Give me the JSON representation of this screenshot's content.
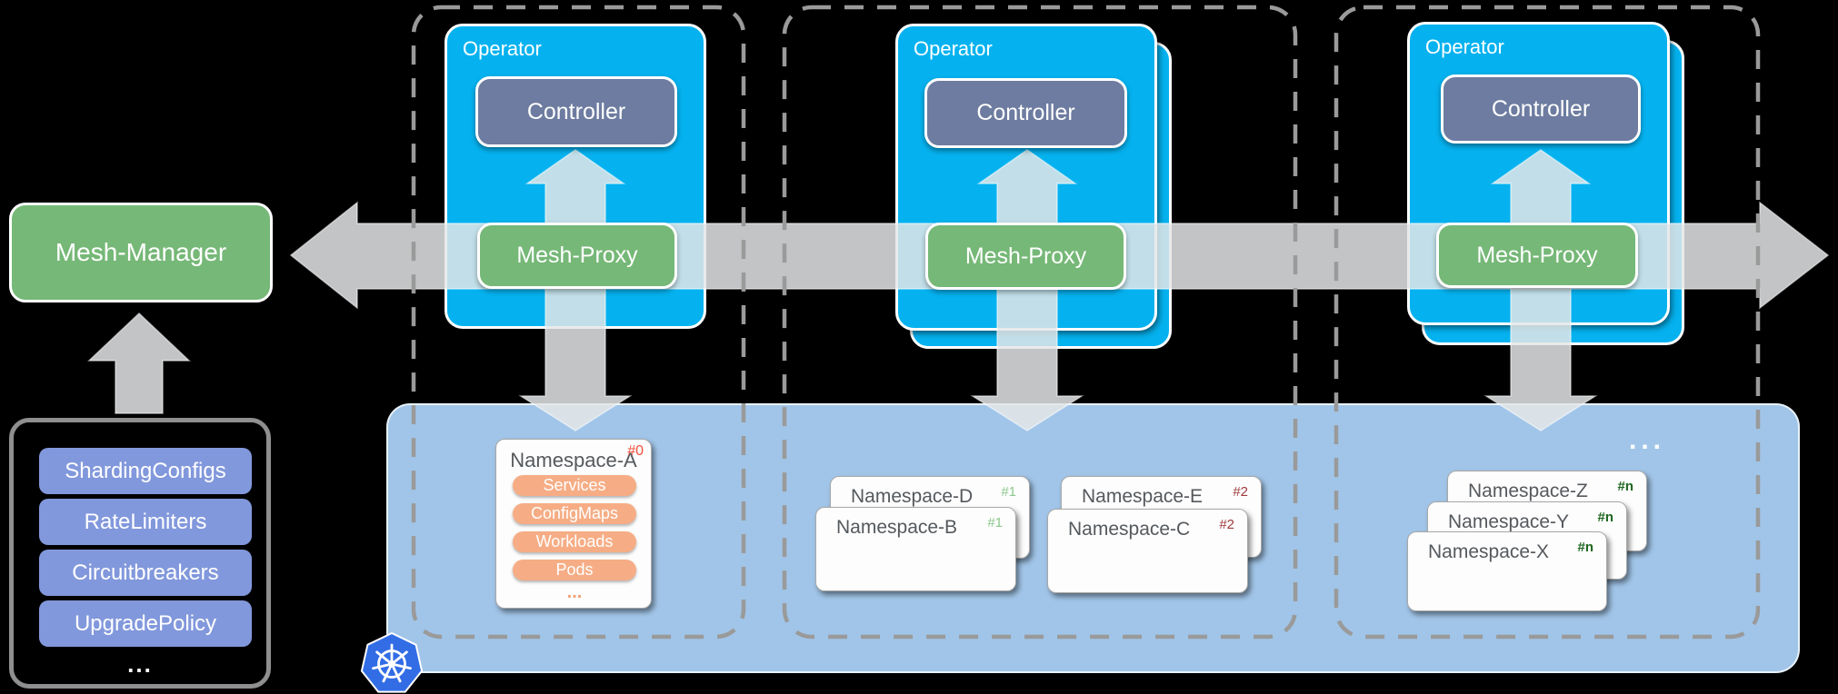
{
  "colors": {
    "background": "#000000",
    "operator_cyan": "#05b2ef",
    "controller_slate": "#6d7ca0",
    "mesh_green": "#76b877",
    "crd_pill_blue": "#8298dc",
    "namespace_panel_blue": "#a1c5e8",
    "namespace_card_white": "#fdfdfd",
    "resource_pill_orange": "#f6ad85",
    "badge_0": "#f4503c",
    "badge_1": "#8bc88b",
    "badge_2": "#9e3a3c",
    "badge_n": "#1f661f",
    "arrow_gray": "#c9cbcd",
    "dashed_border_gray": "#9a9a9a",
    "kubernetes_blue": "#326de6"
  },
  "mesh_manager": {
    "label": "Mesh-Manager"
  },
  "crd_box": {
    "items": [
      "ShardingConfigs",
      "RateLimiters",
      "Circuitbreakers",
      "UpgradePolicy"
    ],
    "more": "..."
  },
  "operator_groups": [
    {
      "operator_label": "Operator",
      "controller_label": "Controller",
      "mesh_proxy_label": "Mesh-Proxy"
    },
    {
      "operator_label": "Operator",
      "controller_label": "Controller",
      "mesh_proxy_label": "Mesh-Proxy"
    },
    {
      "operator_label": "Operator",
      "controller_label": "Controller",
      "mesh_proxy_label": "Mesh-Proxy"
    }
  ],
  "namespaces": {
    "primary": {
      "title": "Namespace-A",
      "badge": "#0",
      "resources": [
        "Services",
        "ConfigMaps",
        "Workloads",
        "Pods"
      ],
      "more": "..."
    },
    "cards": [
      {
        "title": "Namespace-D",
        "badge": "#1"
      },
      {
        "title": "Namespace-B",
        "badge": "#1"
      },
      {
        "title": "Namespace-E",
        "badge": "#2"
      },
      {
        "title": "Namespace-C",
        "badge": "#2"
      },
      {
        "title": "Namespace-Z",
        "badge": "#n"
      },
      {
        "title": "Namespace-Y",
        "badge": "#n"
      },
      {
        "title": "Namespace-X",
        "badge": "#n"
      }
    ],
    "stack_more": "..."
  },
  "icons": {
    "kubernetes": "kubernetes-helm-wheel"
  }
}
